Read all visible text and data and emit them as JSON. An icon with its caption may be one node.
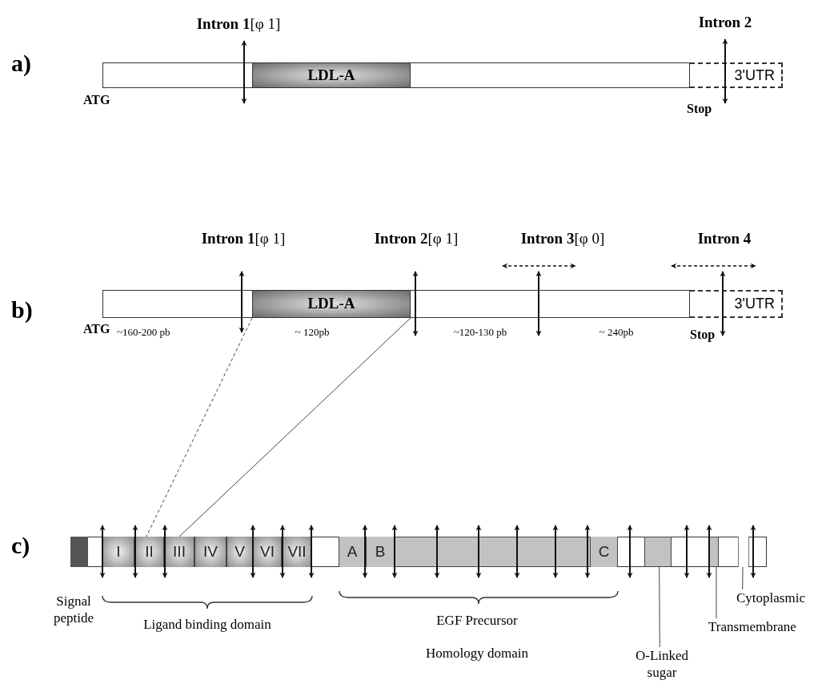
{
  "diagram": {
    "nodes": [
      {
        "text": [],
        "shape": "bar"
      },
      {
        "text": [
          "LDL-A"
        ],
        "in": 0
      },
      {
        "text": [
          "3'UTR"
        ]
      },
      {
        "text": [],
        "shape": "bar"
      },
      {
        "text": [
          "LDL-A"
        ],
        "in": 3
      },
      {
        "text": [
          "3'UTR"
        ]
      },
      {
        "text": [],
        "shape": "bar"
      },
      {
        "text": [],
        "shape": "box",
        "in": 6
      },
      {
        "text": [
          "I"
        ],
        "in": 6
      },
      {
        "text": [
          "II"
        ],
        "in": 6
      },
      {
        "text": [
          "III"
        ],
        "in": 6
      },
      {
        "text": [
          "IV"
        ],
        "in": 6
      },
      {
        "text": [
          "V"
        ],
        "in": 6
      },
      {
        "text": [
          "VI"
        ],
        "in": 6
      },
      {
        "text": [
          "VII"
        ],
        "in": 6
      },
      {
        "text": [
          "A"
        ],
        "in": 6
      },
      {
        "text": [
          "B"
        ],
        "in": 6
      },
      {
        "text": [],
        "shape": "box",
        "in": 6
      },
      {
        "text": [
          "C"
        ],
        "in": 6
      },
      {
        "text": [],
        "shape": "box",
        "in": 6
      },
      {
        "text": [],
        "shape": "box",
        "in": 6
      },
      {
        "text": [],
        "shape": "box",
        "in": 6
      },
      {
        "text": [
          "Cytoplasmic"
        ]
      },
      {
        "text": [
          "Transmembrane"
        ]
      },
      {
        "text": [
          "O-Linked sugar"
        ]
      }
    ],
    "edges": [
      {
        "from": 4,
        "to": 9,
        "arrow": "none",
        "style": "dashed"
      },
      {
        "from": 4,
        "to": 10,
        "arrow": "none"
      },
      {
        "from": 24,
        "to": 19,
        "arrow": "none"
      },
      {
        "from": 23,
        "to": 20,
        "arrow": "none"
      },
      {
        "from": 22,
        "to": 21,
        "arrow": "none"
      }
    ],
    "labels": [
      "a)",
      "**Intron 1**[φ 1]",
      "Intron 2",
      "ATG",
      "Stop",
      "b)",
      "**Intron 1**[φ 1]",
      "**Intron 2**[φ 1]",
      "**Intron 3**[φ 0]",
      "Intron 4",
      "ATG",
      "~160-200 pb",
      "~ 120pb",
      "~120-130 pb",
      "~ 240pb",
      "Stop",
      "c)",
      "Signal peptide",
      "Ligand binding domain",
      "EGF Precursor",
      "Homology domain"
    ]
  }
}
